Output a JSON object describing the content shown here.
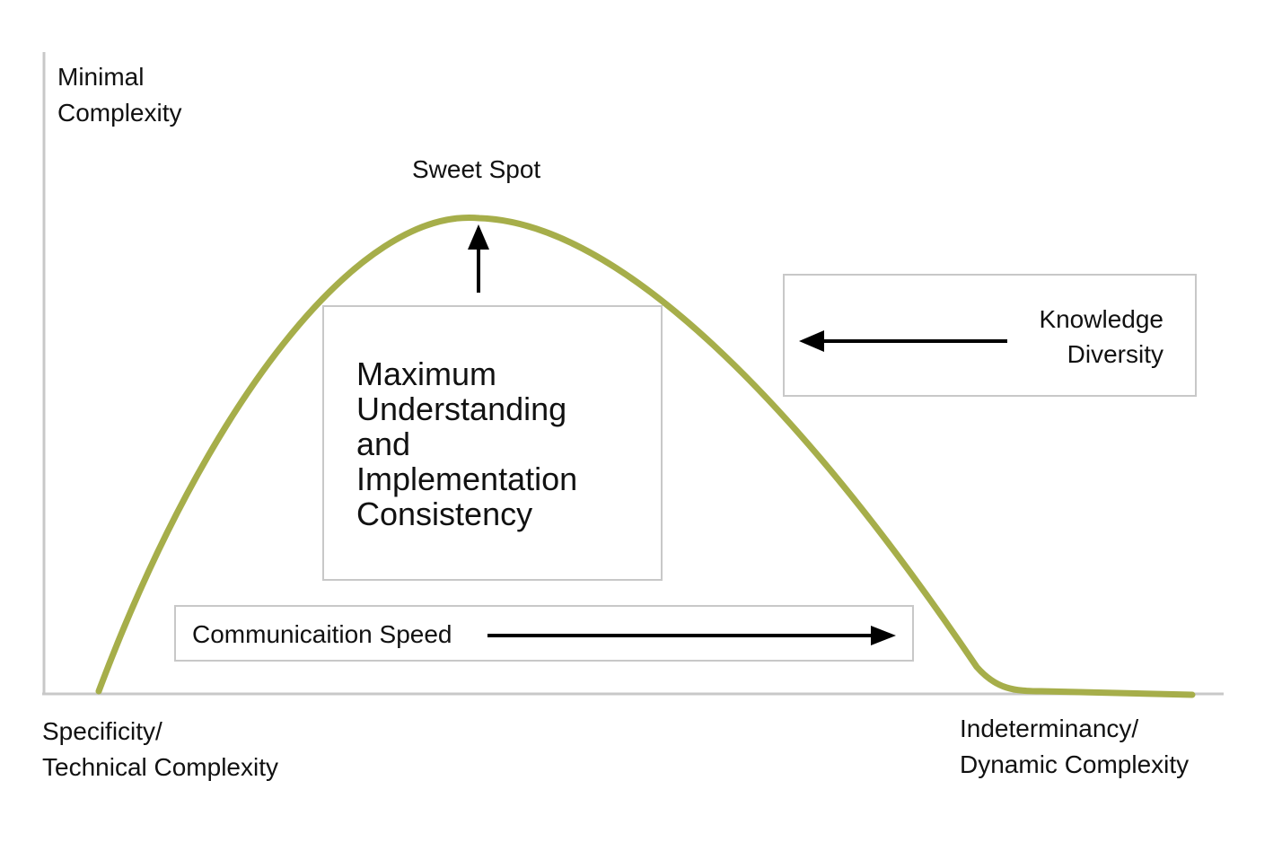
{
  "colors": {
    "curve": "#a6ae4a",
    "axis": "#c8c8c8",
    "box_border": "#c8c8c8",
    "arrow": "#000000",
    "text": "#111111"
  },
  "axis_labels": {
    "y_top_line1": "Minimal",
    "y_top_line2": "Complexity",
    "x_left_line1": "Specificity/",
    "x_left_line2": "Technical Complexity",
    "x_right_line1": "Indeterminancy/",
    "x_right_line2": "Dynamic Complexity"
  },
  "peak_label": "Sweet Spot",
  "center_box": {
    "lines": [
      "Maximum",
      "Understanding",
      "and",
      "Implementation",
      "Consistency"
    ]
  },
  "knowledge_box": {
    "line1": "Knowledge",
    "line2": "Diversity"
  },
  "speed_box": {
    "label": "Communicaition Speed"
  }
}
